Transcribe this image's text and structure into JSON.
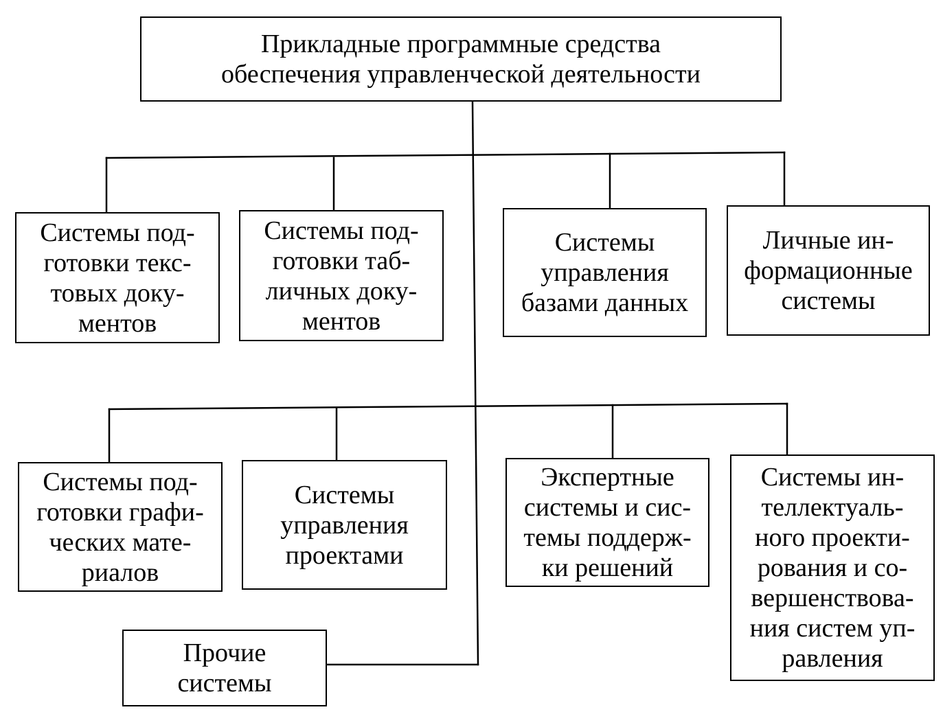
{
  "diagram": {
    "root": {
      "lines": [
        "Прикладные программные средства",
        "обеспечения управленческой деятельности"
      ]
    },
    "row1": [
      {
        "lines": [
          "Системы под-",
          "готовки текс-",
          "товых доку-",
          "ментов"
        ]
      },
      {
        "lines": [
          "Системы под-",
          "готовки таб-",
          "личных доку-",
          "ментов"
        ]
      },
      {
        "lines": [
          "Системы",
          "управления",
          "базами данных"
        ]
      },
      {
        "lines": [
          "Личные ин-",
          "формационные",
          "системы"
        ]
      }
    ],
    "row2": [
      {
        "lines": [
          "Системы под-",
          "готовки графи-",
          "ческих мате-",
          "риалов"
        ]
      },
      {
        "lines": [
          "Системы",
          "управления",
          "проектами"
        ]
      },
      {
        "lines": [
          "Экспертные",
          "системы и сис-",
          "темы поддерж-",
          "ки решений"
        ]
      },
      {
        "lines": [
          "Системы ин-",
          "теллектуаль-",
          "ного проекти-",
          "рования и со-",
          "вершенствова-",
          "ния систем уп-",
          "равления"
        ]
      }
    ],
    "other": {
      "lines": [
        "Прочие",
        "системы"
      ]
    },
    "colors": {
      "line": "#000000",
      "box_border": "#000000",
      "background": "#ffffff"
    }
  }
}
